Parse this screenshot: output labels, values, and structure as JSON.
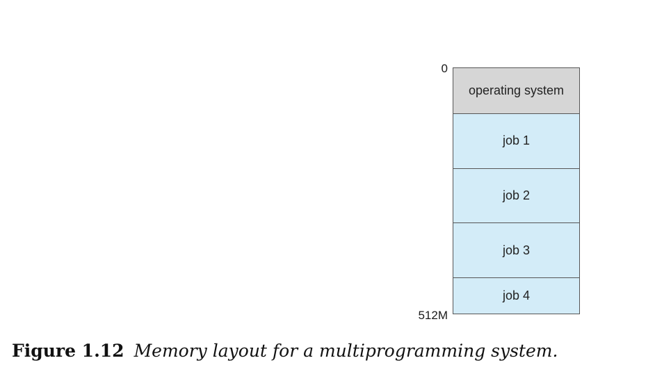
{
  "diagram": {
    "address_top": "0",
    "address_bottom": "512M",
    "blocks": [
      {
        "label": "operating system",
        "color": "#d6d6d6",
        "size": 66
      },
      {
        "label": "job 1",
        "color": "#d3ecf8",
        "size": 79
      },
      {
        "label": "job 2",
        "color": "#d3ecf8",
        "size": 79
      },
      {
        "label": "job 3",
        "color": "#d3ecf8",
        "size": 79
      },
      {
        "label": "job 4",
        "color": "#d3ecf8",
        "size": 52
      }
    ]
  },
  "caption": {
    "number": "Figure 1.12",
    "text": "Memory layout for a multiprogramming system."
  }
}
